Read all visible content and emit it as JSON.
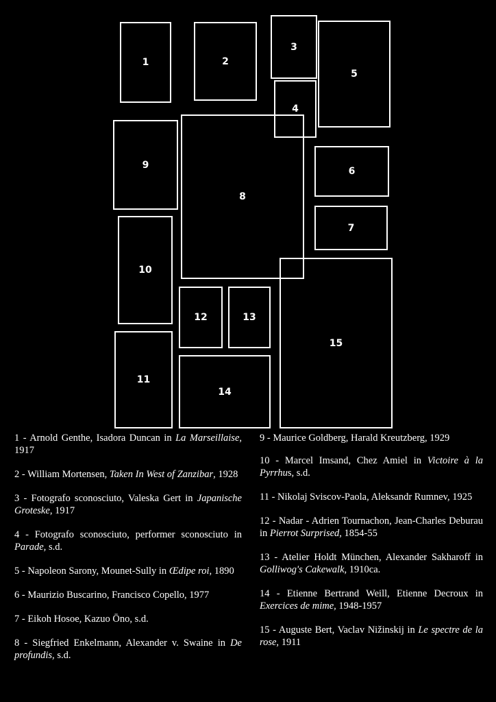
{
  "frames": [
    "1",
    "2",
    "3",
    "4",
    "5",
    "6",
    "7",
    "8",
    "9",
    "10",
    "11",
    "12",
    "13",
    "14",
    "15"
  ],
  "captions": [
    {
      "pre": "1 - Arnold Genthe, Isadora Duncan in ",
      "title": "La Marseillaise",
      "post": ", 1917"
    },
    {
      "pre": "2 - William Mortensen, ",
      "title": "Taken In West of Zanzibar",
      "post": ", 1928"
    },
    {
      "pre": "3 - Fotografo sconosciuto, Valeska Gert in ",
      "title": "Japanische Groteske",
      "post": ", 1917"
    },
    {
      "pre": "4 - Fotografo sconosciuto, performer sconosciuto in ",
      "title": "Parade,",
      "post": " s.d."
    },
    {
      "pre": "5 - Napoleon Sarony, Mounet-Sully in ",
      "title": "Œdipe roi",
      "post": ", 1890"
    },
    {
      "pre": "6 - Maurizio Buscarino, Francisco Copello, 1977",
      "title": "",
      "post": ""
    },
    {
      "pre": "7 - Eikoh Hosoe, Kazuo Ōno, s.d.",
      "title": "",
      "post": ""
    },
    {
      "pre": "8 - Siegfried Enkelmann, Alexander v. Swaine in ",
      "title": "De profundis,",
      "post": " s.d."
    },
    {
      "pre": "9 - Maurice Goldberg, Harald Kreutzberg, 1929",
      "title": "",
      "post": ""
    },
    {
      "pre": "10 - Marcel Imsand, Chez Amiel in ",
      "title": "Victoire à la Pyrrhu",
      "post": "s, s.d."
    },
    {
      "pre": "11 - Nikolaj Sviscov-Paola, Aleksandr Rumnev, 1925",
      "title": "",
      "post": ""
    },
    {
      "pre": "12 - Nadar - Adrien Tournachon, Jean-Charles Deburau in ",
      "title": "Pierrot Surprised,",
      "post": " 1854-55"
    },
    {
      "pre": "13 - Atelier Holdt München, Alexander Sakharoff in ",
      "title": "Golliwog's Cakewalk",
      "post": ", 1910ca."
    },
    {
      "pre": "14 - Etienne Bertrand Weill, Etienne Decroux in ",
      "title": "Exercices de mime,",
      "post": " 1948-1957"
    },
    {
      "pre": "15 - Auguste Bert, Vaclav Nižinskij in ",
      "title": "Le spectre de la rose,",
      "post": " 1911"
    }
  ]
}
